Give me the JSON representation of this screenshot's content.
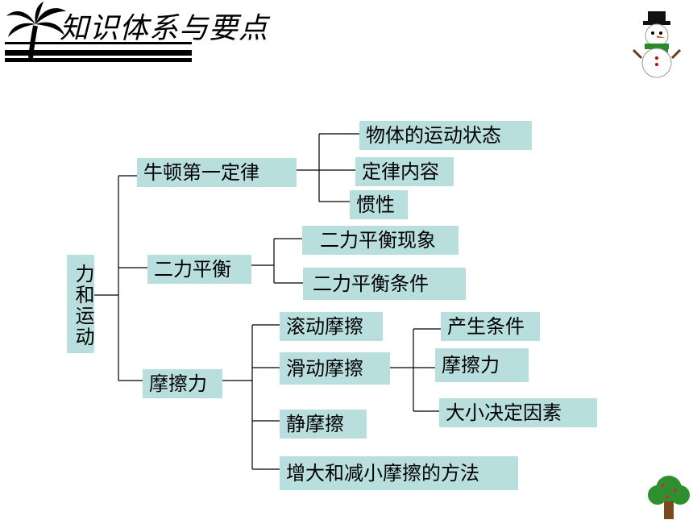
{
  "header": {
    "title": "知识体系与要点",
    "decor_icons": [
      "palm-tree-icon",
      "snowman-icon",
      "tree-icon"
    ]
  },
  "diagram": {
    "root": "力和运动",
    "branches": [
      {
        "label": "牛顿第一定律",
        "children": [
          {
            "label": "物体的运动状态"
          },
          {
            "label": "定律内容"
          },
          {
            "label": "惯性"
          }
        ]
      },
      {
        "label": "二力平衡",
        "children": [
          {
            "label": "二力平衡现象"
          },
          {
            "label": "二力平衡条件"
          }
        ]
      },
      {
        "label": "摩擦力",
        "children": [
          {
            "label": "滚动摩擦"
          },
          {
            "label": "滑动摩擦",
            "children": [
              {
                "label": "产生条件"
              },
              {
                "label": "摩擦力"
              },
              {
                "label": "大小决定因素"
              }
            ]
          },
          {
            "label": "静摩擦"
          },
          {
            "label": "增大和减小摩擦的方法"
          }
        ]
      }
    ]
  },
  "colors": {
    "box_fill": "#b8dede",
    "line": "#000000",
    "background": "#ffffff"
  }
}
